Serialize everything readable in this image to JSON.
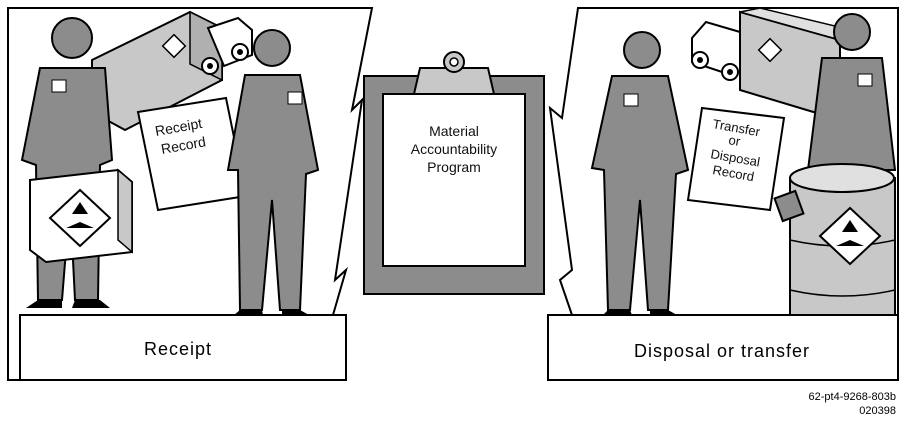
{
  "left_panel": {
    "document_line1": "Receipt",
    "document_line2": "Record",
    "caption": "Receipt"
  },
  "clipboard": {
    "line1": "Material",
    "line2": "Accountability",
    "line3": "Program"
  },
  "right_panel": {
    "document_line1": "Transfer",
    "document_line2": "or",
    "document_line3": "Disposal",
    "document_line4": "Record",
    "caption": "Disposal or transfer"
  },
  "figure_id": {
    "line1": "62-pt4-9268-803b",
    "line2": "020398"
  },
  "colors": {
    "figure_gray": "#8c8c8c",
    "light_gray": "#c8c8c8",
    "outline": "#000000",
    "paper": "#ffffff"
  }
}
